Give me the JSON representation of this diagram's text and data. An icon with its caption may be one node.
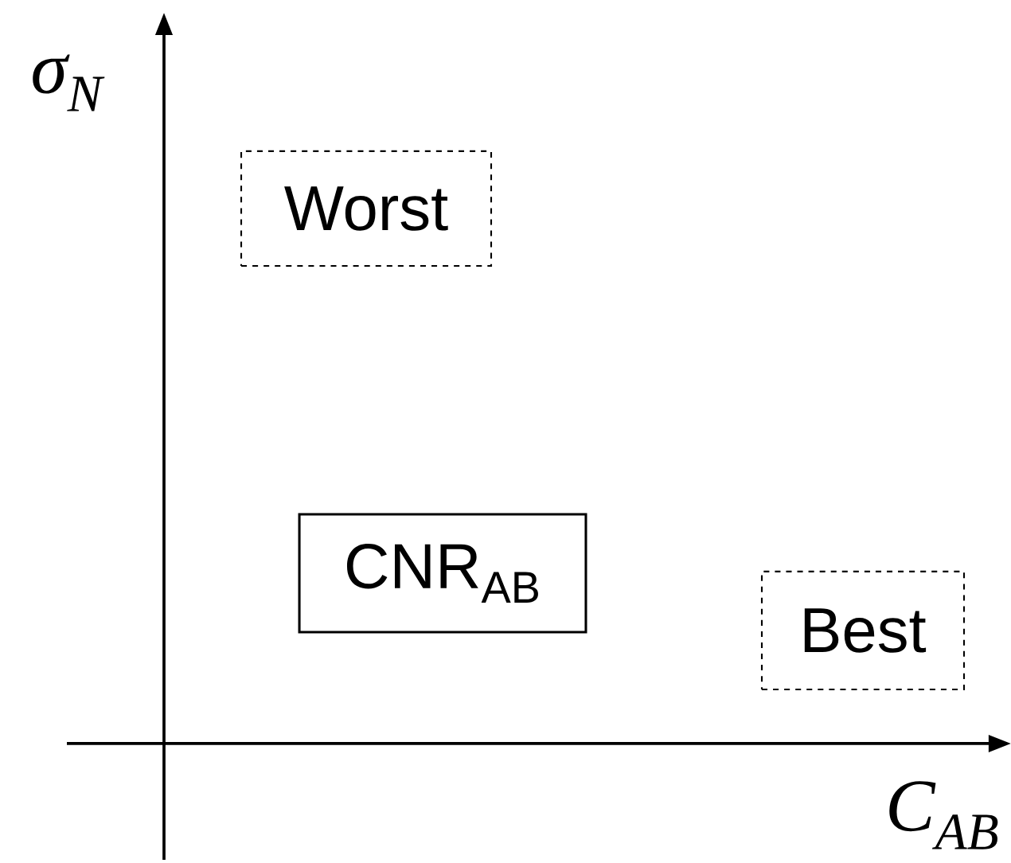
{
  "diagram": {
    "nodes": [
      {
        "text": [
          "Worst"
        ]
      },
      {
        "text": [
          "CNR$_{AB}$"
        ]
      },
      {
        "text": [
          "Best"
        ]
      }
    ],
    "labels": [
      "σ$_{N}$",
      "C$_{AB}$"
    ]
  }
}
